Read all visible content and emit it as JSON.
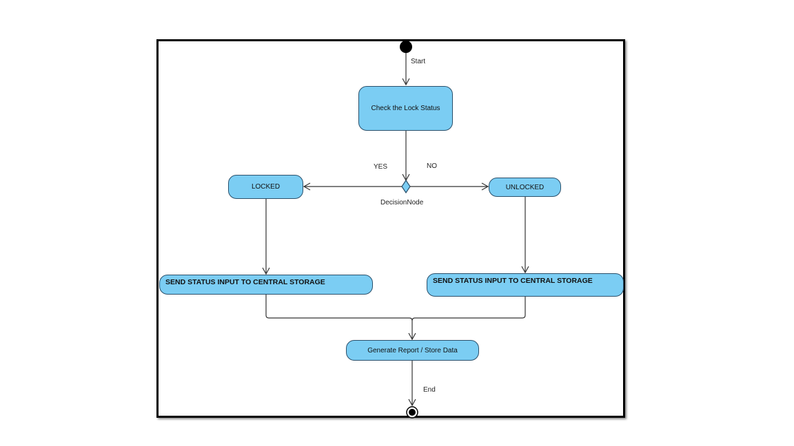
{
  "nodes": {
    "check": "Check the Lock Status",
    "locked": "LOCKED",
    "unlocked": "UNLOCKED",
    "send_left": "SEND STATUS INPUT TO CENTRAL STORAGE",
    "send_right": "SEND STATUS INPUT TO CENTRAL STORAGE",
    "generate": "Generate Report / Store Data"
  },
  "labels": {
    "start": "Start",
    "yes": "YES",
    "no": "NO",
    "decision": "DecisionNode",
    "end": "End"
  },
  "colors": {
    "node_fill": "#7bcdf3",
    "node_border": "#2a4f6a"
  }
}
